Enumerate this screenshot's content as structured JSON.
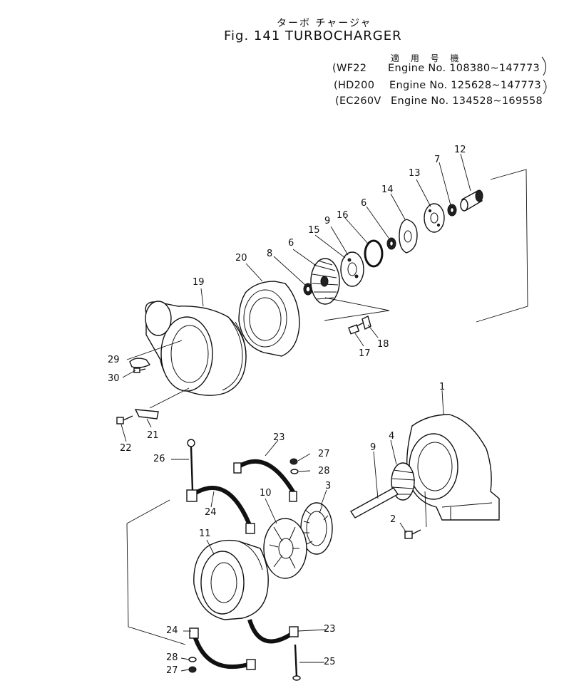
{
  "header": {
    "title_jp": "ターボ チャージャ",
    "title": "Fig. 141  TURBOCHARGER",
    "applicability_jp": "適 用 号 機"
  },
  "applicability": [
    {
      "model": "WF22",
      "engine": "Engine  No. 108380~147773"
    },
    {
      "model": "HD200",
      "engine": "Engine  No. 125628~147773"
    },
    {
      "model": "EC260V",
      "engine": "Engine  No. 134528~169558"
    }
  ],
  "callouts": [
    "1",
    "2",
    "3",
    "4",
    "6",
    "6",
    "7",
    "8",
    "9",
    "9",
    "10",
    "11",
    "12",
    "13",
    "14",
    "15",
    "16",
    "17",
    "18",
    "19",
    "20",
    "21",
    "22",
    "23",
    "23",
    "24",
    "24",
    "25",
    "26",
    "27",
    "27",
    "28",
    "28",
    "29",
    "30"
  ]
}
